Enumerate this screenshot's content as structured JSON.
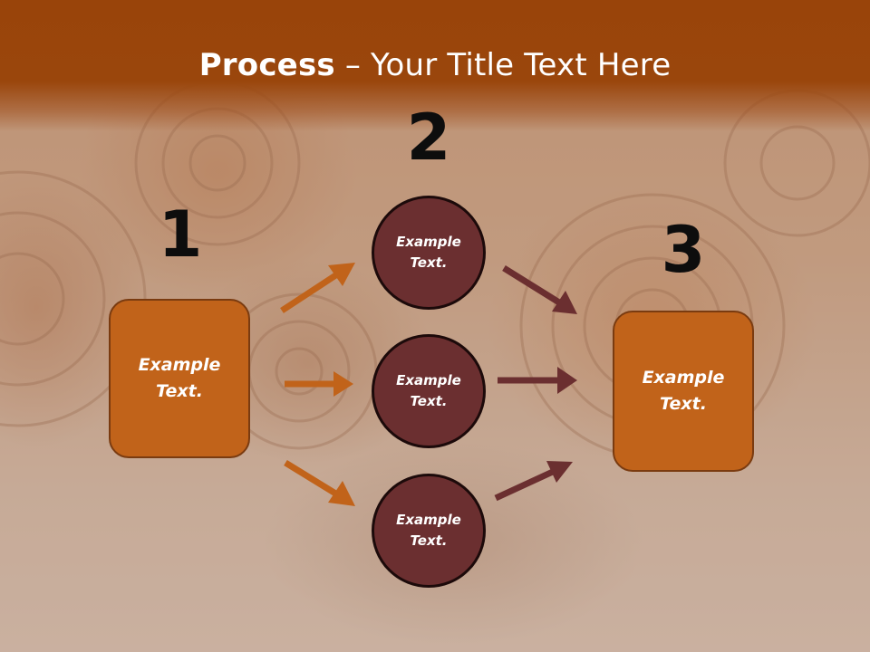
{
  "slide": {
    "title_bold": "Process",
    "title_rest": " – Your Title Text Here"
  },
  "steps": {
    "one": "1",
    "two": "2",
    "three": "3"
  },
  "nodes": {
    "left_box": {
      "line1": "Example",
      "line2": "Text."
    },
    "circle_top": {
      "line1": "Example",
      "line2": "Text."
    },
    "circle_middle": {
      "line1": "Example",
      "line2": "Text."
    },
    "circle_bottom": {
      "line1": "Example",
      "line2": "Text."
    },
    "right_box": {
      "line1": "Example",
      "line2": "Text."
    }
  },
  "colors": {
    "header": "#99440a",
    "box_fill": "#c1631a",
    "circle_fill": "#6b2f30",
    "arrow_orange": "#c1631a",
    "arrow_maroon": "#6b2f30"
  }
}
